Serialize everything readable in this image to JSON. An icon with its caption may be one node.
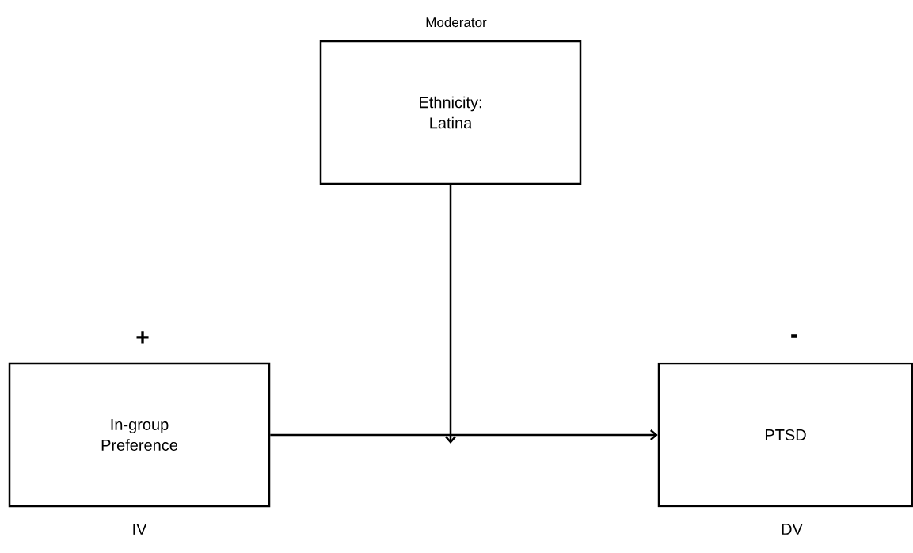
{
  "diagram": {
    "nodes": [
      {
        "text": [
          "Ethnicity: Latina"
        ],
        "beside": [
          "Moderator"
        ]
      },
      {
        "text": [
          "In-group Preference"
        ],
        "beside": [
          "+",
          "IV"
        ]
      },
      {
        "text": [
          "PTSD"
        ],
        "beside": [
          "-",
          "DV"
        ]
      }
    ],
    "edges": [
      {
        "from": 1,
        "to": 2,
        "arrow": "to"
      },
      {
        "from": 0,
        "to": null,
        "arrow": "to"
      }
    ]
  }
}
